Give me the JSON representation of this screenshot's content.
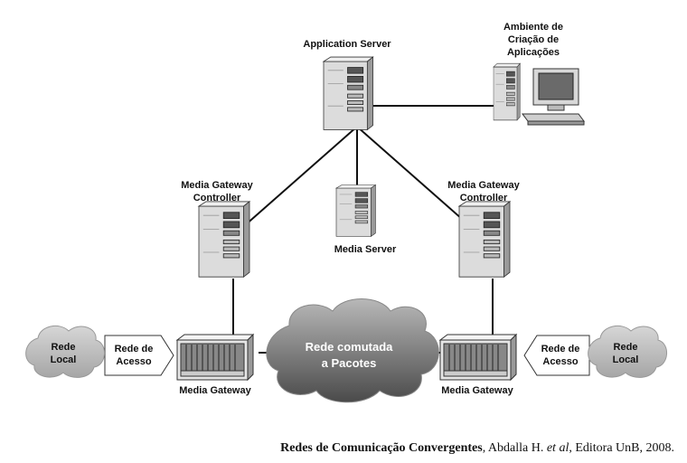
{
  "nodes": {
    "application_server": "Application Server",
    "app_env": [
      "Ambiente de",
      "Criação de",
      "Aplicações"
    ],
    "mgc_left": [
      "Media Gateway",
      "Controller"
    ],
    "mgc_right": [
      "Media Gateway",
      "Controller"
    ],
    "media_server": "Media Server",
    "mg_left": "Media Gateway",
    "mg_right": "Media Gateway",
    "packet_network": [
      "Rede comutada",
      "a Pacotes"
    ],
    "access_left": [
      "Rede de",
      "Acesso"
    ],
    "access_right": [
      "Rede de",
      "Acesso"
    ],
    "local_left": [
      "Rede",
      "Local"
    ],
    "local_right": [
      "Rede",
      "Local"
    ]
  },
  "caption": {
    "title": "Redes de Comunicação Convergentes",
    "authors": ", Abdalla H. ",
    "etal": "et al",
    "publisher": ", Editora UnB, 2008."
  }
}
